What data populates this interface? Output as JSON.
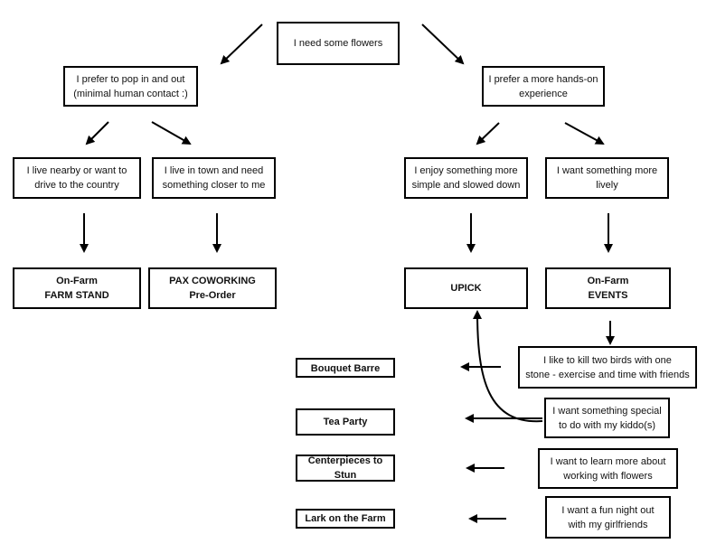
{
  "root": {
    "text": "I need some flowers"
  },
  "left_branch": {
    "question": "I prefer to pop in and out\n(minimal human contact :)",
    "options": [
      {
        "text": "I live nearby or want to\ndrive to the country",
        "result": "On-Farm\nFARM STAND"
      },
      {
        "text": "I live in town and need\nsomething closer to me",
        "result": "PAX COWORKING\nPre-Order"
      }
    ]
  },
  "right_branch": {
    "question": "I prefer a more hands-on\nexperience",
    "options": [
      {
        "text": "I enjoy something more\nsimple and slowed down",
        "result": "UPICK"
      },
      {
        "text": "I want something more\nlively",
        "result": "On-Farm\nEVENTS"
      }
    ]
  },
  "events": [
    {
      "reason": "I like to kill two       birds with one\nstone - exercise and time with friends",
      "event": "Bouquet Barre"
    },
    {
      "reason": "I want something special\nto do with my kiddo(s)",
      "event": "Tea Party"
    },
    {
      "reason": "I want to learn more about\nworking with flowers",
      "event": "Centerpieces to Stun"
    },
    {
      "reason": "I want a fun night out\nwith my girlfriends",
      "event": "Lark on the Farm"
    }
  ]
}
